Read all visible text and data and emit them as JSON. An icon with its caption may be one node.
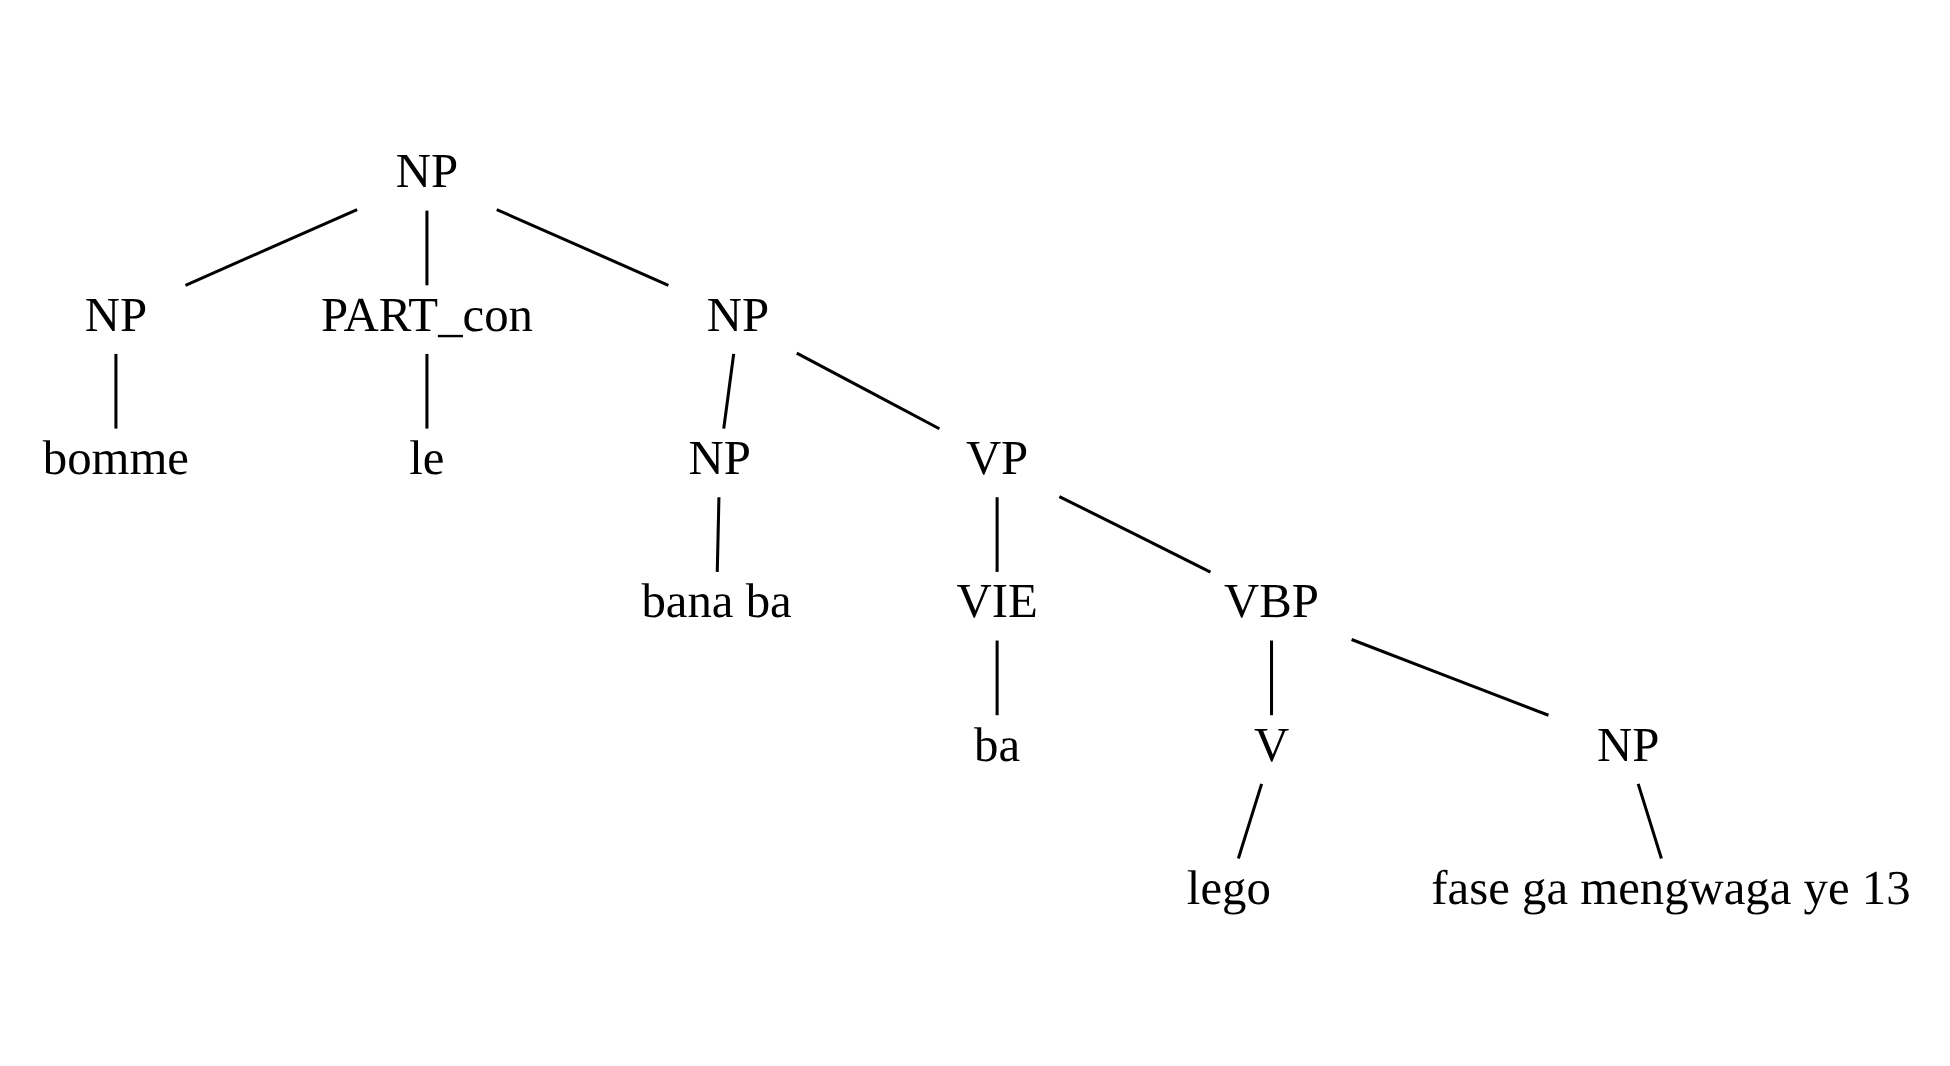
{
  "diagram": {
    "nodes": [
      {
        "text": [
          "NP"
        ]
      },
      {
        "text": [
          "NP"
        ]
      },
      {
        "text": [
          "PART_con"
        ]
      },
      {
        "text": [
          "NP"
        ]
      },
      {
        "text": [
          "bomme"
        ]
      },
      {
        "text": [
          "le"
        ]
      },
      {
        "text": [
          "NP"
        ]
      },
      {
        "text": [
          "VP"
        ]
      },
      {
        "text": [
          "bana ba"
        ]
      },
      {
        "text": [
          "VIE"
        ]
      },
      {
        "text": [
          "VBP"
        ]
      },
      {
        "text": [
          "ba"
        ]
      },
      {
        "text": [
          "V"
        ]
      },
      {
        "text": [
          "NP"
        ]
      },
      {
        "text": [
          "lego"
        ]
      },
      {
        "text": [
          "fase ga mengwaga ye 13"
        ]
      }
    ],
    "edges": [
      {
        "from": 0,
        "to": 1,
        "arrow": "none"
      },
      {
        "from": 0,
        "to": 2,
        "arrow": "none"
      },
      {
        "from": 0,
        "to": 3,
        "arrow": "none"
      },
      {
        "from": 1,
        "to": 4,
        "arrow": "none"
      },
      {
        "from": 2,
        "to": 5,
        "arrow": "none"
      },
      {
        "from": 3,
        "to": 6,
        "arrow": "none"
      },
      {
        "from": 3,
        "to": 7,
        "arrow": "none"
      },
      {
        "from": 6,
        "to": 8,
        "arrow": "none"
      },
      {
        "from": 7,
        "to": 9,
        "arrow": "none"
      },
      {
        "from": 7,
        "to": 10,
        "arrow": "none"
      },
      {
        "from": 9,
        "to": 11,
        "arrow": "none"
      },
      {
        "from": 10,
        "to": 12,
        "arrow": "none"
      },
      {
        "from": 10,
        "to": 13,
        "arrow": "none"
      },
      {
        "from": 12,
        "to": 14,
        "arrow": "none"
      },
      {
        "from": 13,
        "to": 15,
        "arrow": "none"
      }
    ]
  }
}
